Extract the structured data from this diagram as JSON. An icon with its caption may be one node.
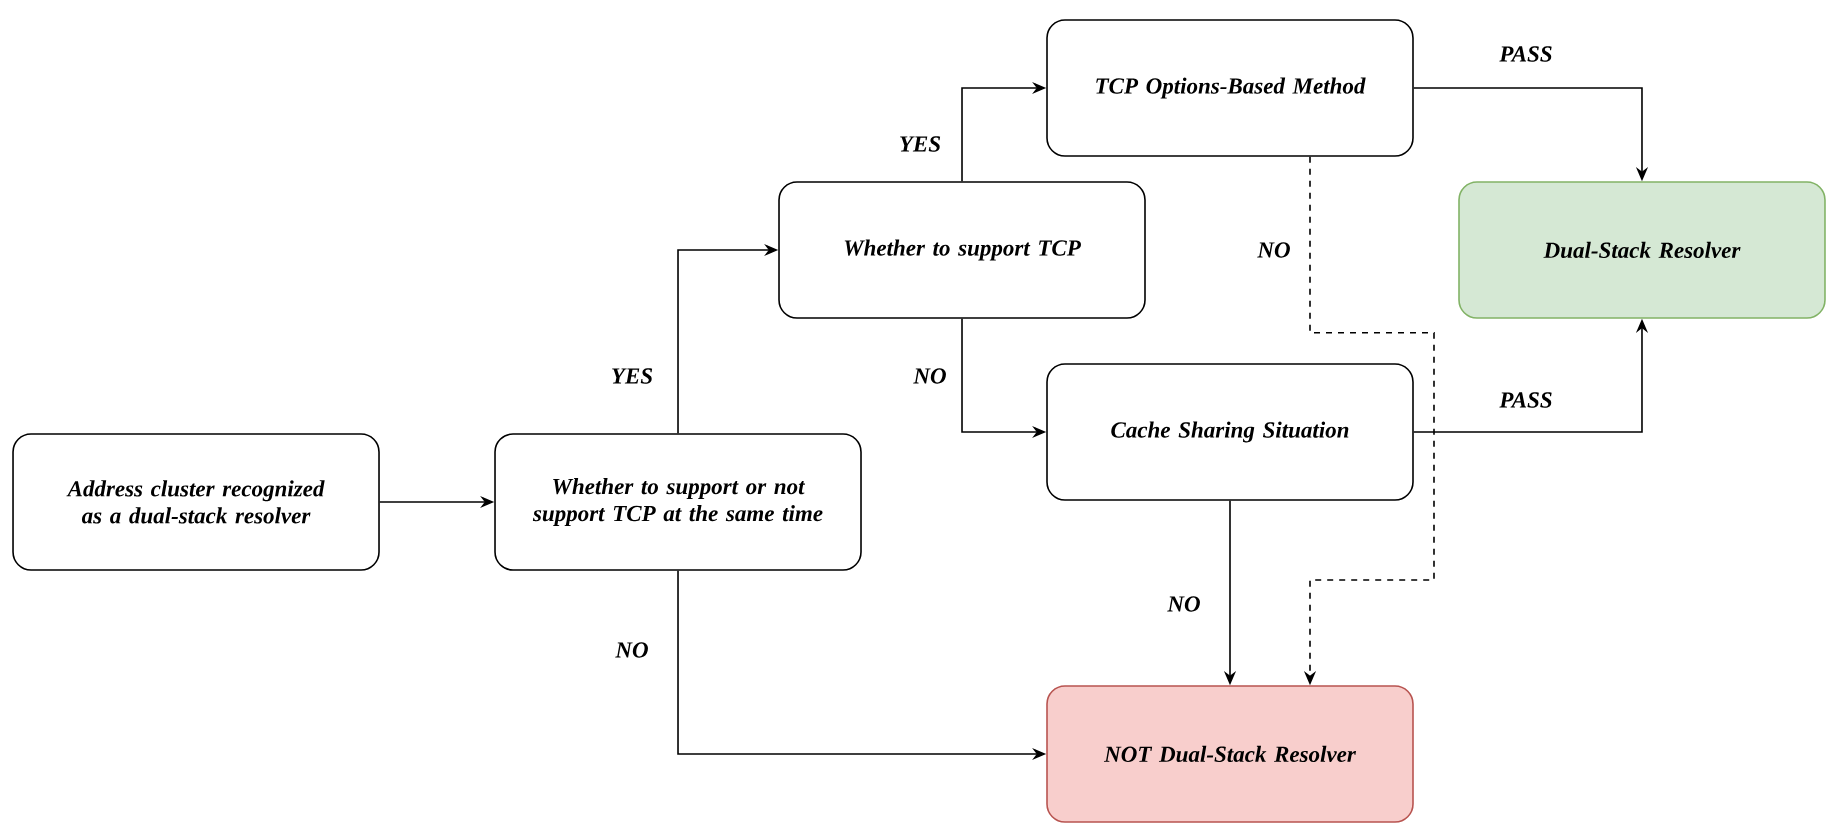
{
  "diagram": {
    "nodes": [
      {
        "text": [
          "Address cluster recognized as a dual-stack resolver"
        ]
      },
      {
        "text": [
          "Whether to support or not support TCP at the same time"
        ]
      },
      {
        "text": [
          "Whether to support TCP"
        ]
      },
      {
        "text": [
          "TCP Options-Based Method"
        ]
      },
      {
        "text": [
          "Dual-Stack Resolver"
        ]
      },
      {
        "text": [
          "Cache Sharing Situation"
        ]
      },
      {
        "text": [
          "NOT Dual-Stack Resolver"
        ]
      }
    ],
    "edges": [
      {
        "from": 0,
        "to": 1,
        "arrow": "to"
      },
      {
        "from": 1,
        "to": 2,
        "arrow": "to",
        "label": "YES"
      },
      {
        "from": 2,
        "to": 3,
        "arrow": "to",
        "label": "YES"
      },
      {
        "from": 2,
        "to": 5,
        "arrow": "to",
        "label": "NO"
      },
      {
        "from": 3,
        "to": 4,
        "arrow": "to",
        "label": "PASS"
      },
      {
        "from": 5,
        "to": 4,
        "arrow": "to",
        "label": "PASS"
      },
      {
        "from": 1,
        "to": 6,
        "arrow": "to",
        "label": "NO"
      },
      {
        "from": 5,
        "to": 6,
        "arrow": "to",
        "label": "NO"
      },
      {
        "from": 3,
        "to": 6,
        "arrow": "to",
        "label": "NO",
        "style": "dashed"
      }
    ]
  }
}
